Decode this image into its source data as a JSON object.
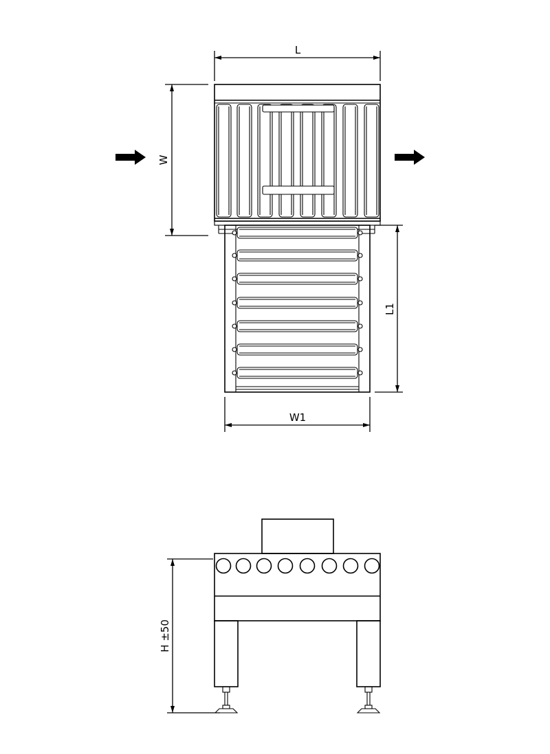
{
  "dimensions": {
    "length": "L",
    "width": "W",
    "length_1": "L1",
    "width_1": "W1",
    "height": "H ±50"
  }
}
